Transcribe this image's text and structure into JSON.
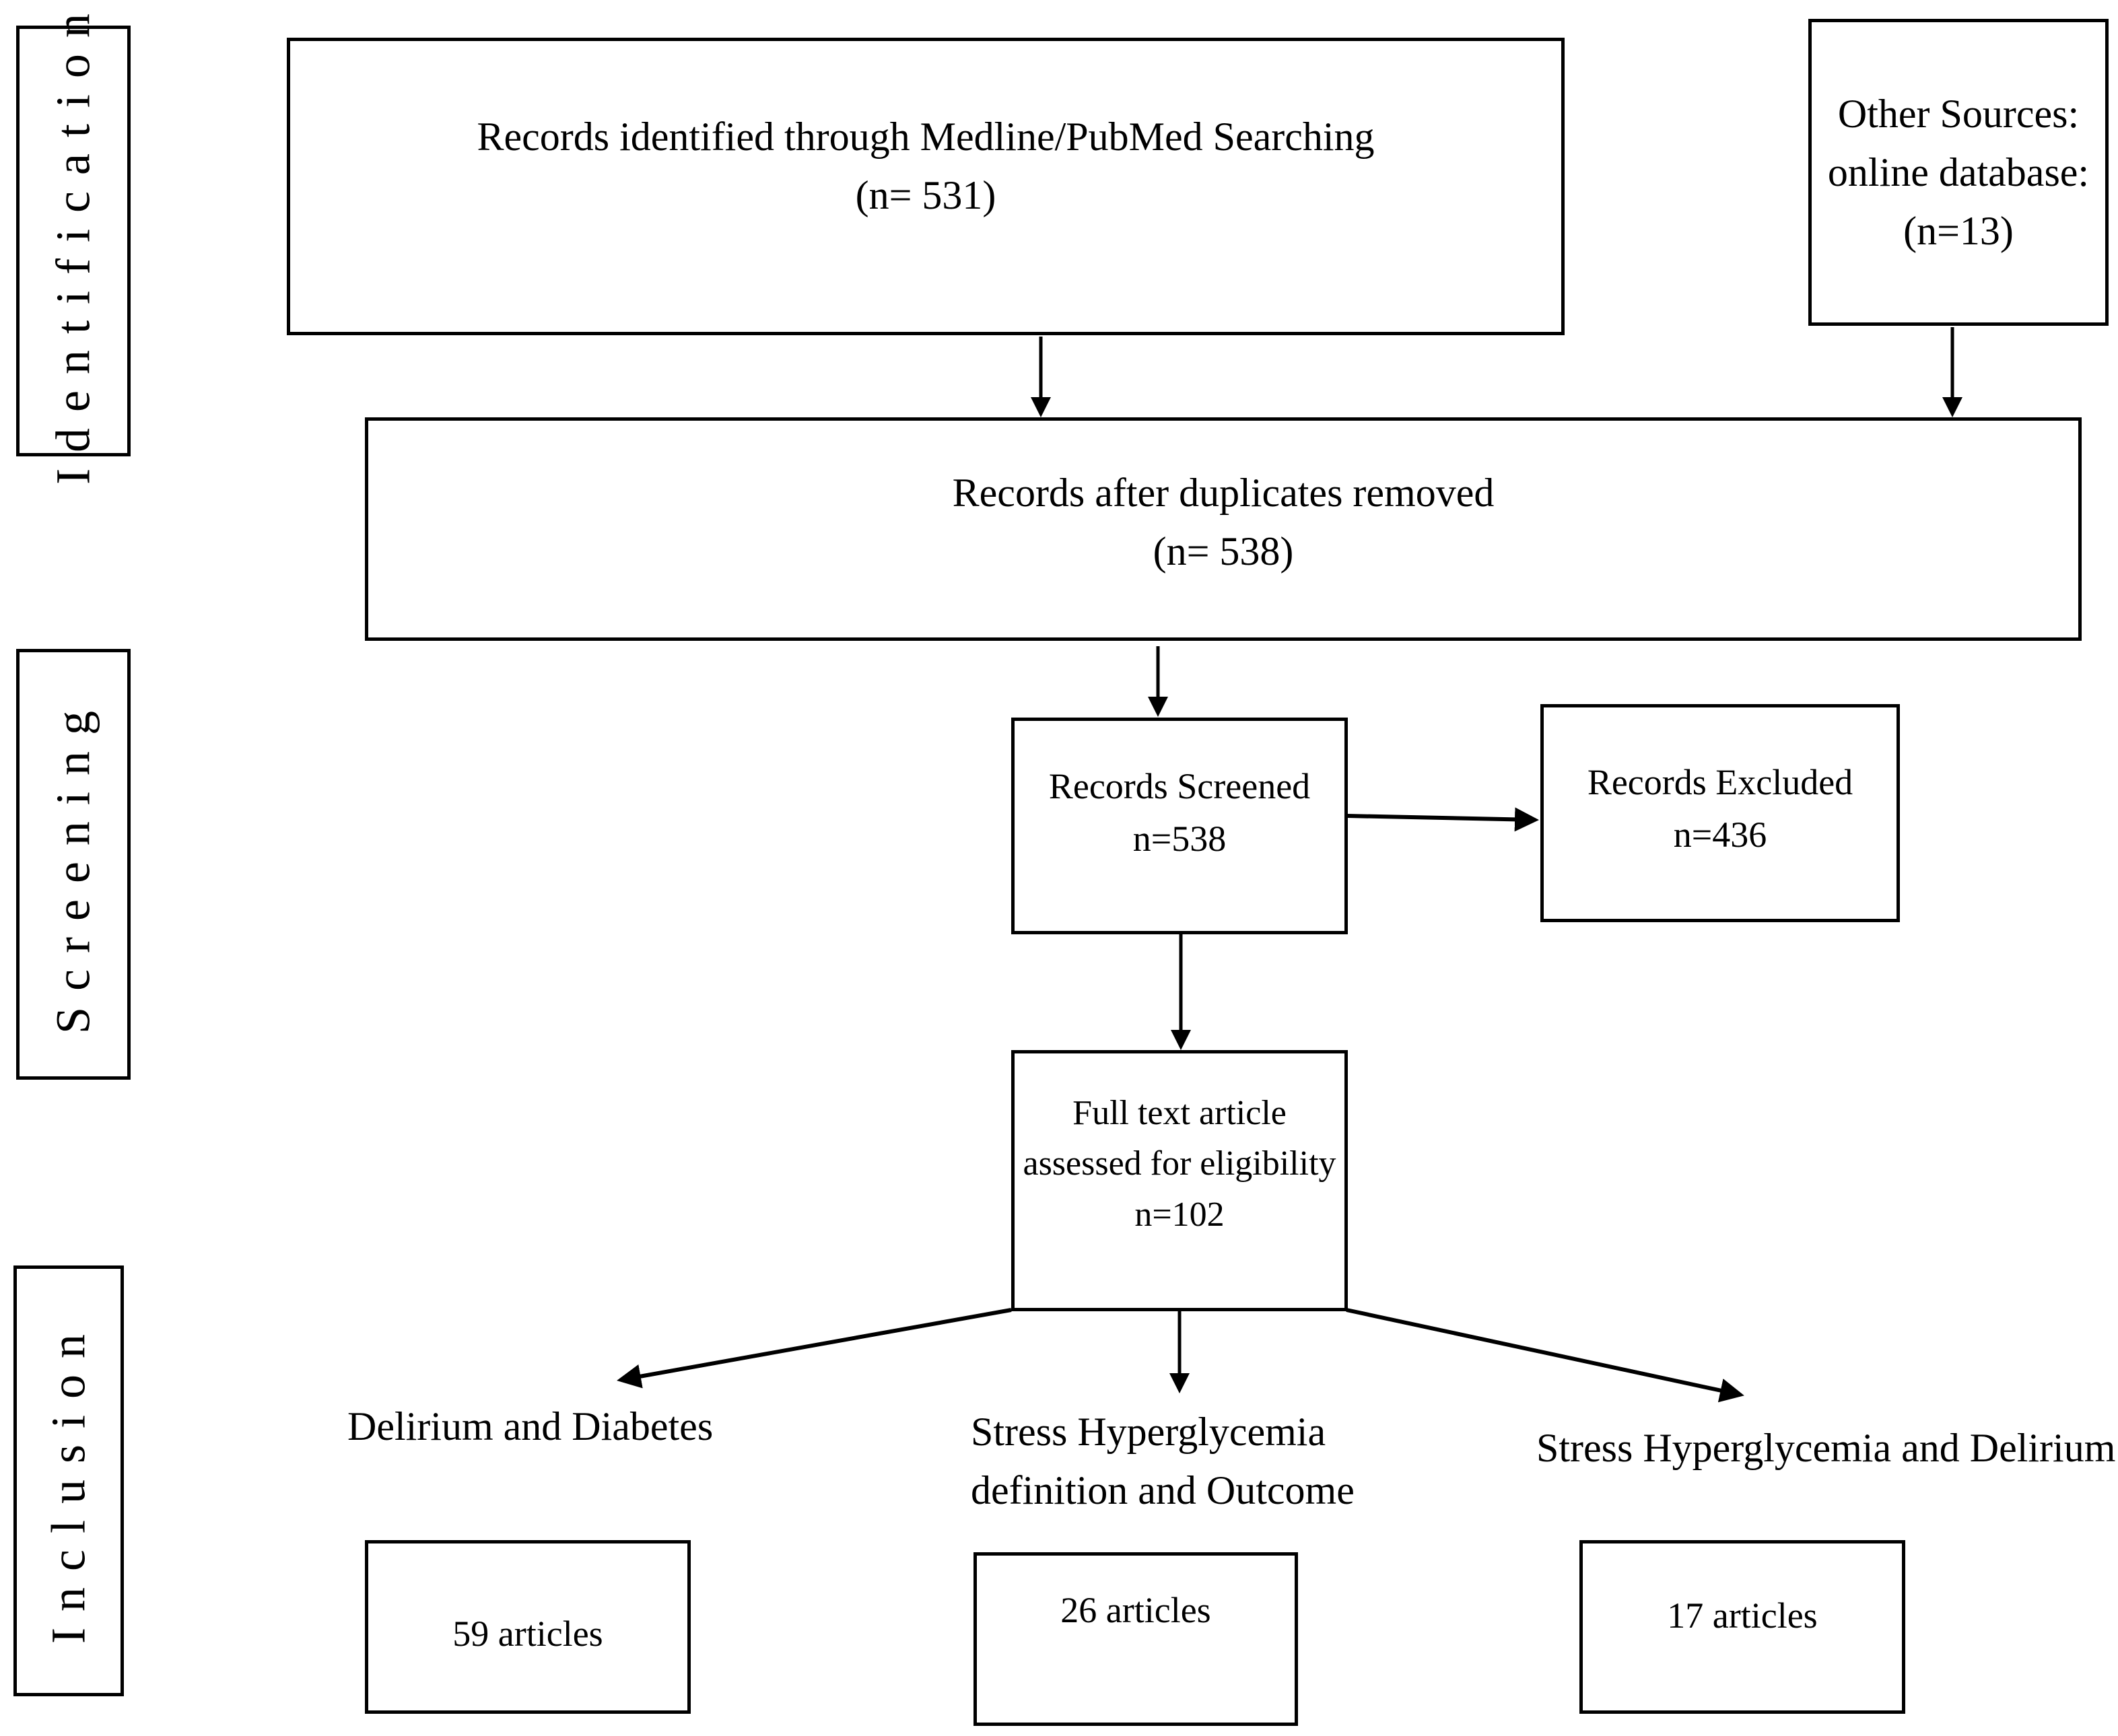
{
  "stages": {
    "identification": "Identification",
    "screening": "Screening",
    "inclusion": "Inclusion"
  },
  "boxes": {
    "pubmed": {
      "line1": "Records identified through Medline/PubMed Searching",
      "line2": "(n= 531)"
    },
    "other_sources": {
      "line1": "Other Sources:",
      "line2": "online database:",
      "line3": "(n=13)"
    },
    "duplicates_removed": {
      "line1": "Records after duplicates removed",
      "line2": "(n= 538)"
    },
    "screened": {
      "line1": "Records Screened",
      "line2": "n=538"
    },
    "excluded": {
      "line1": "Records Excluded",
      "line2": "n=436"
    },
    "full_text": {
      "line1": "Full text article",
      "line2": "assessed for eligibility",
      "line3": "n=102"
    }
  },
  "categories": {
    "delirium_diabetes": {
      "label": "Delirium and Diabetes",
      "count": "59 articles"
    },
    "stress_hyperglycemia_outcome": {
      "line1": "Stress Hyperglycemia",
      "line2": "definition and Outcome",
      "count": "26 articles"
    },
    "stress_hyperglycemia_delirium": {
      "label": "Stress Hyperglycemia and Delirium",
      "count": "17 articles"
    }
  }
}
